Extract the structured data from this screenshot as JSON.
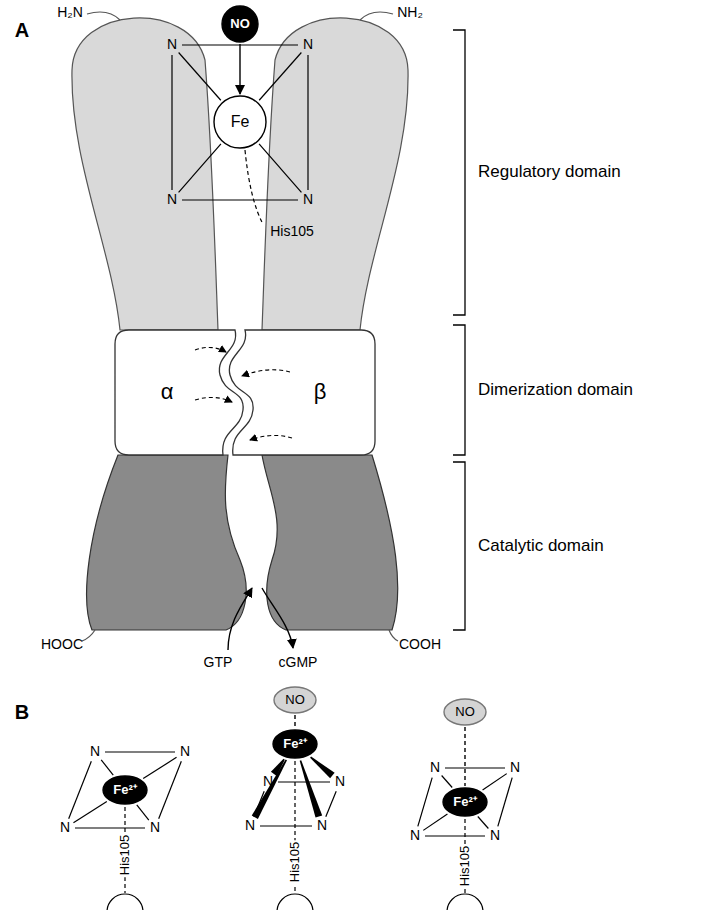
{
  "diagram": {
    "nodes": [
      {
        "text": [
          "NO"
        ]
      },
      {
        "text": [
          "Fe"
        ]
      },
      {
        "text": [
          "α"
        ]
      },
      {
        "text": [
          "β"
        ]
      },
      {
        "text": [
          "Fe²⁺"
        ]
      },
      {
        "text": [
          "NO"
        ]
      },
      {
        "text": [
          "Fe²⁺"
        ]
      },
      {
        "text": [
          "NO"
        ]
      },
      {
        "text": [
          "Fe²⁺"
        ]
      }
    ],
    "edges": [
      {
        "from": 0,
        "to": 1,
        "arrow": "to"
      },
      {
        "from": 5,
        "to": 6,
        "arrow": "none"
      },
      {
        "from": 7,
        "to": 8,
        "arrow": "none"
      }
    ],
    "labels": [
      "A",
      "H₂N",
      "N",
      "N",
      "N",
      "N",
      "His105",
      "NH₂",
      "Regulatory domain",
      "Dimerization domain",
      "Catalytic domain",
      "HOOC",
      "GTP",
      "cGMP",
      "COOH",
      "B",
      "N",
      "N",
      "N",
      "N",
      "His105",
      "N",
      "N",
      "N",
      "N",
      "His105",
      "N",
      "N",
      "N",
      "N",
      "His105"
    ]
  }
}
